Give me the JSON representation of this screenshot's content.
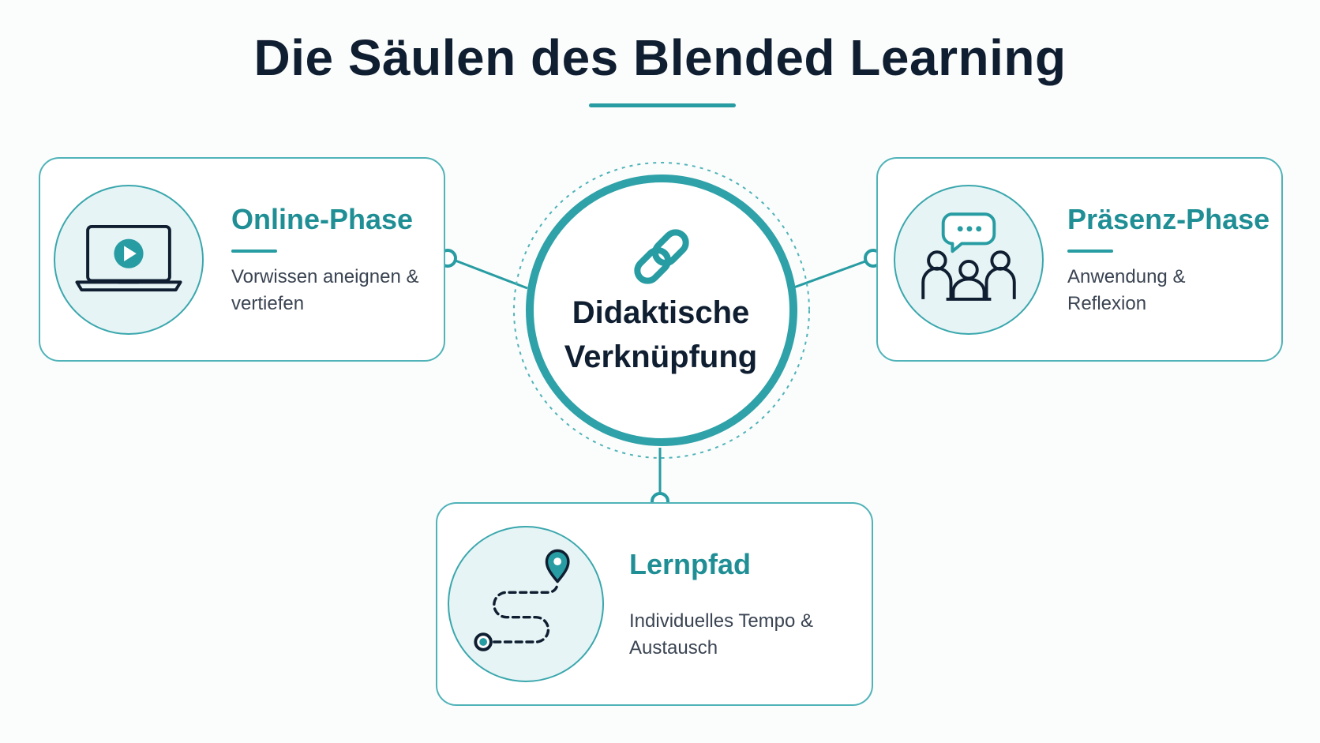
{
  "title": "Die Säulen des Blended Learning",
  "colors": {
    "accent": "#279ca2",
    "accent_light": "#e6f4f5",
    "title_text": "#0f1e30",
    "body_text": "#3a4452"
  },
  "center": {
    "icon": "link-icon",
    "line1": "Didaktische",
    "line2": "Verknüpfung"
  },
  "cards": {
    "online": {
      "icon": "laptop-video-icon",
      "title": "Online-Phase",
      "desc_line1": "Vorwissen aneignen &",
      "desc_line2": "vertiefen"
    },
    "praesenz": {
      "icon": "group-discussion-icon",
      "title": "Präsenz-Phase",
      "desc_line1": "Anwendung &",
      "desc_line2": "Reflexion"
    },
    "lernpfad": {
      "icon": "route-path-icon",
      "title": "Lernpfad",
      "desc_line1": "Individuelles Tempo &",
      "desc_line2": "Austausch"
    }
  }
}
